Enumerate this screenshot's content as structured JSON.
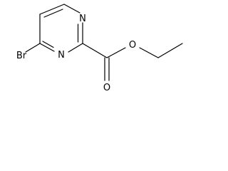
{
  "molecule": {
    "atoms": {
      "n1": "N",
      "n3": "N",
      "br": "Br",
      "o_carbonyl": "O",
      "o_ester": "O"
    },
    "colors": {
      "bond": "#000000",
      "label": "#000000",
      "background": "#ffffff"
    }
  }
}
